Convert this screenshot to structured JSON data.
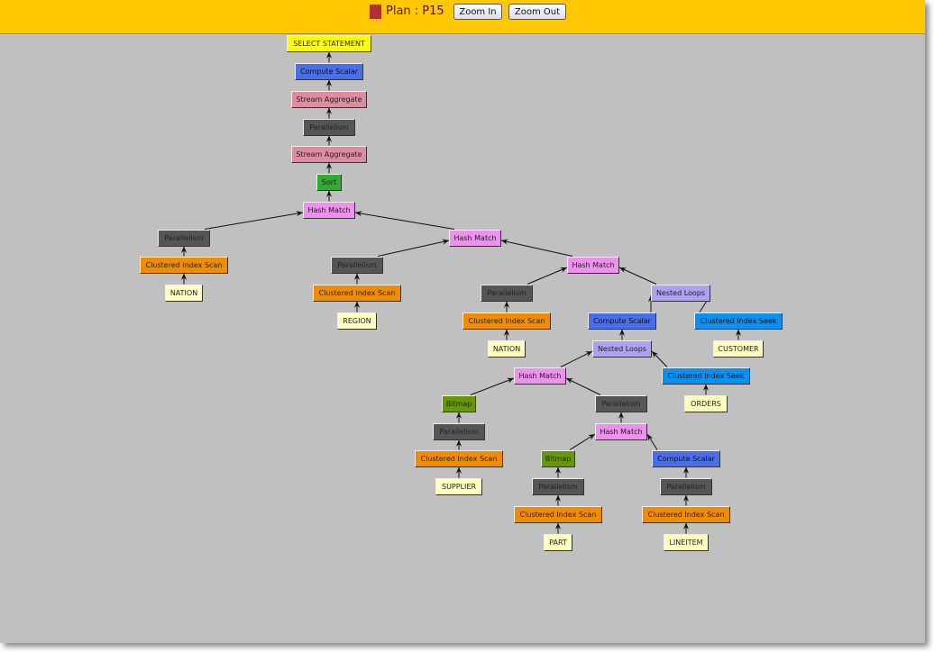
{
  "toolbar": {
    "plan_title": "Plan : P15",
    "zoom_in_label": "Zoom In",
    "zoom_out_label": "Zoom Out",
    "plan_color": "#b03030"
  },
  "colors": {
    "select": "#ffff00",
    "compute": "#4a6ee8",
    "aggregate": "#e08ca0",
    "parallel": "#555555",
    "sort": "#33aa33",
    "hash": "#ee90ee",
    "scan": "#f08c00",
    "table": "#ffffc0",
    "loops": "#b0a0f0",
    "seek": "#0a90f0",
    "bitmap": "#669900"
  },
  "nodes": [
    {
      "id": "n0",
      "label": "SELECT STATEMENT",
      "type": "select"
    },
    {
      "id": "n1",
      "label": "Compute Scalar",
      "type": "compute",
      "parent": "n0"
    },
    {
      "id": "n2",
      "label": "Stream Aggregate",
      "type": "aggregate",
      "parent": "n1"
    },
    {
      "id": "n3",
      "label": "Parallelism",
      "type": "parallel",
      "parent": "n2"
    },
    {
      "id": "n4",
      "label": "Stream Aggregate",
      "type": "aggregate",
      "parent": "n3"
    },
    {
      "id": "n5",
      "label": "Sort",
      "type": "sort",
      "parent": "n4"
    },
    {
      "id": "n6",
      "label": "Hash Match",
      "type": "hash",
      "parent": "n5"
    },
    {
      "id": "n7",
      "label": "Parallelism",
      "type": "parallel",
      "parent": "n6"
    },
    {
      "id": "n8",
      "label": "Clustered Index Scan",
      "type": "scan",
      "parent": "n7"
    },
    {
      "id": "n9",
      "label": "NATION",
      "type": "table",
      "parent": "n8"
    },
    {
      "id": "n10",
      "label": "Hash Match",
      "type": "hash",
      "parent": "n6"
    },
    {
      "id": "n11",
      "label": "Parallelism",
      "type": "parallel",
      "parent": "n10"
    },
    {
      "id": "n12",
      "label": "Clustered Index Scan",
      "type": "scan",
      "parent": "n11"
    },
    {
      "id": "n13",
      "label": "REGION",
      "type": "table",
      "parent": "n12"
    },
    {
      "id": "n14",
      "label": "Hash Match",
      "type": "hash",
      "parent": "n10"
    },
    {
      "id": "n15",
      "label": "Parallelism",
      "type": "parallel",
      "parent": "n14"
    },
    {
      "id": "n16",
      "label": "Clustered Index Scan",
      "type": "scan",
      "parent": "n15"
    },
    {
      "id": "n17",
      "label": "NATION",
      "type": "table",
      "parent": "n16"
    },
    {
      "id": "n18",
      "label": "Nested Loops",
      "type": "loops",
      "parent": "n14"
    },
    {
      "id": "n19",
      "label": "Compute Scalar",
      "type": "compute",
      "parent": "n18"
    },
    {
      "id": "n20",
      "label": "Clustered Index Seek",
      "type": "seek",
      "parent": "n18"
    },
    {
      "id": "n21",
      "label": "CUSTOMER",
      "type": "table",
      "parent": "n20"
    },
    {
      "id": "n22",
      "label": "Nested Loops",
      "type": "loops",
      "parent": "n19"
    },
    {
      "id": "n23",
      "label": "Clustered Index Seek",
      "type": "seek",
      "parent": "n22"
    },
    {
      "id": "n24",
      "label": "ORDERS",
      "type": "table",
      "parent": "n23"
    },
    {
      "id": "n25",
      "label": "Hash Match",
      "type": "hash",
      "parent": "n22"
    },
    {
      "id": "n26",
      "label": "Bitmap",
      "type": "bitmap",
      "parent": "n25"
    },
    {
      "id": "n27",
      "label": "Parallelism",
      "type": "parallel",
      "parent": "n26"
    },
    {
      "id": "n28",
      "label": "Clustered Index Scan",
      "type": "scan",
      "parent": "n27"
    },
    {
      "id": "n29",
      "label": "SUPPLIER",
      "type": "table",
      "parent": "n28"
    },
    {
      "id": "n30",
      "label": "Parallelism",
      "type": "parallel",
      "parent": "n25"
    },
    {
      "id": "n31",
      "label": "Hash Match",
      "type": "hash",
      "parent": "n30"
    },
    {
      "id": "n32",
      "label": "Bitmap",
      "type": "bitmap",
      "parent": "n31"
    },
    {
      "id": "n33",
      "label": "Parallelism",
      "type": "parallel",
      "parent": "n32"
    },
    {
      "id": "n34",
      "label": "Clustered Index Scan",
      "type": "scan",
      "parent": "n33"
    },
    {
      "id": "n35",
      "label": "PART",
      "type": "table",
      "parent": "n34"
    },
    {
      "id": "n36",
      "label": "Compute Scalar",
      "type": "compute",
      "parent": "n31"
    },
    {
      "id": "n37",
      "label": "Parallelism",
      "type": "parallel",
      "parent": "n36"
    },
    {
      "id": "n38",
      "label": "Clustered Index Scan",
      "type": "scan",
      "parent": "n37"
    },
    {
      "id": "n39",
      "label": "LINEITEM",
      "type": "table",
      "parent": "n38"
    }
  ]
}
